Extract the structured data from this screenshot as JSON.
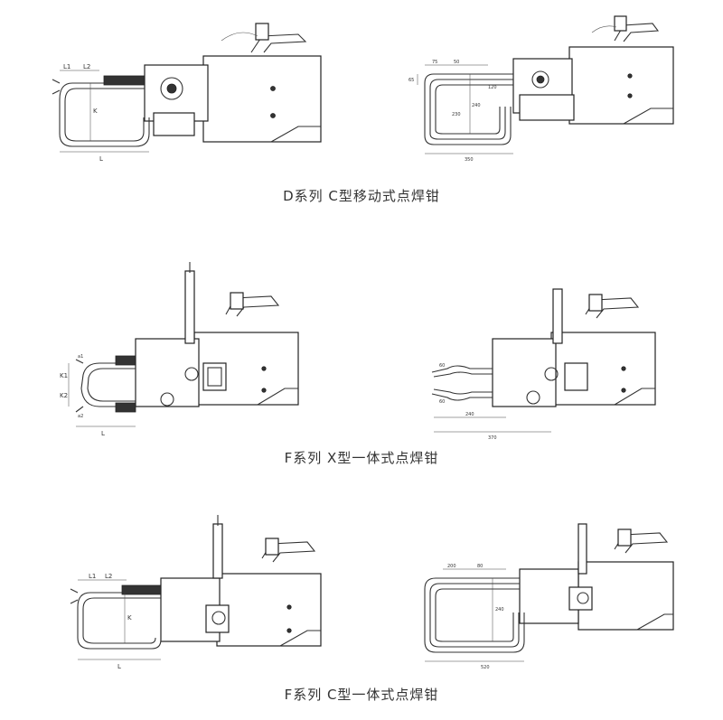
{
  "sections": [
    {
      "caption": "D系列  C型移动式点焊钳",
      "left_dims": {
        "l1": "L1",
        "l2": "L2",
        "k": "K",
        "l": "L"
      },
      "right_dims": {
        "d1": "75",
        "d2": "50",
        "d3": "240",
        "d4": "230",
        "d5": "350",
        "d6": "120",
        "d7": "65"
      }
    },
    {
      "caption": "F系列  X型一体式点焊钳",
      "left_dims": {
        "k1": "K1",
        "k2": "K2",
        "l": "L",
        "a1": "a1",
        "a2": "a2"
      },
      "right_dims": {
        "d1": "60",
        "d2": "240",
        "d3": "370",
        "d4": "60"
      }
    },
    {
      "caption": "F系列  C型一体式点焊钳",
      "left_dims": {
        "l1": "L1",
        "l2": "L2",
        "k": "K",
        "l": "L"
      },
      "right_dims": {
        "d1": "200",
        "d2": "80",
        "d3": "240",
        "d4": "520"
      }
    }
  ]
}
